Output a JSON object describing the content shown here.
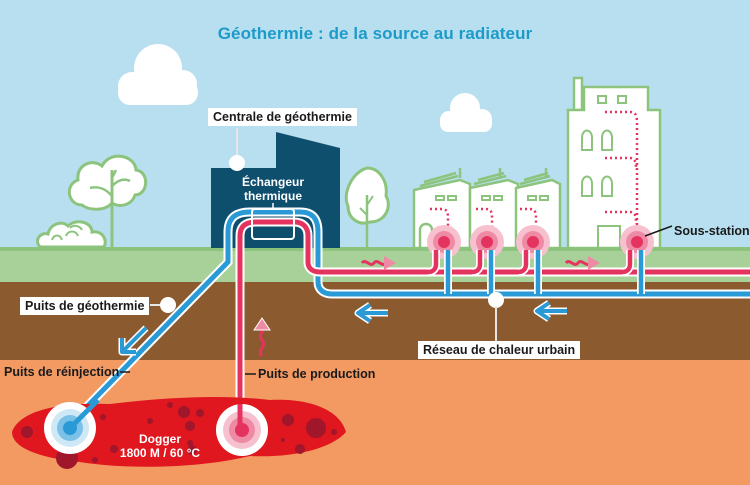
{
  "title": "Géothermie : de la source au radiateur",
  "labels": {
    "centrale": "Centrale de géothermie",
    "echangeur_line1": "Échangeur",
    "echangeur_line2": "thermique",
    "sous_station": "Sous-station",
    "puits_geothermie": "Puits de géothermie",
    "puits_reinjection": "Puits de réinjection",
    "puits_production": "Puits de production",
    "reseau": "Réseau de chaleur urbain",
    "dogger_name": "Dogger",
    "dogger_specs": "1800 M / 60 °C"
  },
  "colors": {
    "sky": "#b8dff0",
    "title": "#1d9bc8",
    "grass": "#a8d19a",
    "grass_line": "#8cc47e",
    "soil": "#8b5a2e",
    "deep": "#f29a62",
    "aquifer": "#e0171f",
    "aquifer_dots": "#a0162a",
    "hot_pipe": "#e5335f",
    "cold_pipe": "#2a9ad6",
    "plant": "#0f4f6e",
    "building_stroke": "#8cc47e"
  },
  "icons": [
    "cloud-icon",
    "tree-icon",
    "bush-icon",
    "arrow-left-icon",
    "arrow-down-icon",
    "heat-wave-icon",
    "heat-exchanger-icon"
  ]
}
